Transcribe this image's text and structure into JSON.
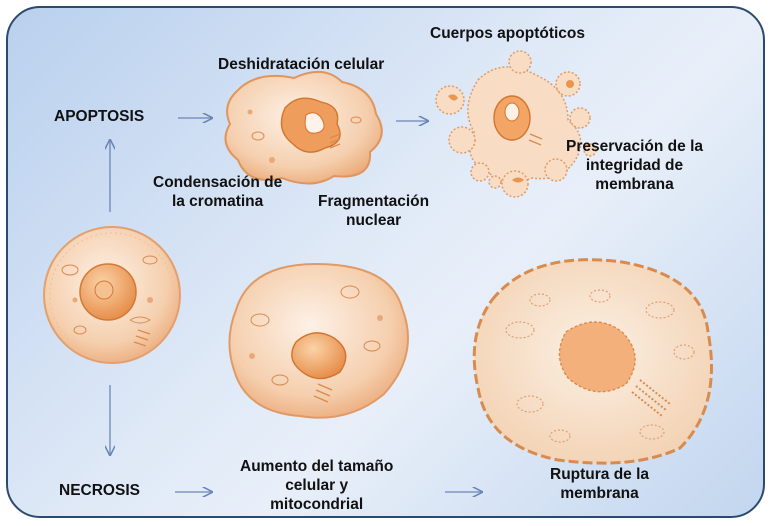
{
  "labels": {
    "apoptosis": "APOPTOSIS",
    "necrosis": "NECROSIS",
    "deshidratacion": "Deshidratación celular",
    "cuerpos": "Cuerpos apoptóticos",
    "condensacion_1": "Condensación de",
    "condensacion_2": "la cromatina",
    "fragmentacion_1": "Fragmentación",
    "fragmentacion_2": "nuclear",
    "preservacion_1": "Preservación de la",
    "preservacion_2": "integridad de",
    "preservacion_3": "membrana",
    "aumento_1": "Aumento del tamaño",
    "aumento_2": "celular y",
    "aumento_3": "mitocondrial",
    "ruptura_1": "Ruptura de la",
    "ruptura_2": "membrana"
  },
  "colors": {
    "panel_border": "#2c4a6e",
    "arrow": "#6b86b5",
    "cell_fill": "#f6d3b5",
    "cell_edge": "#e2955c",
    "nucleus": "#f0a46a"
  }
}
